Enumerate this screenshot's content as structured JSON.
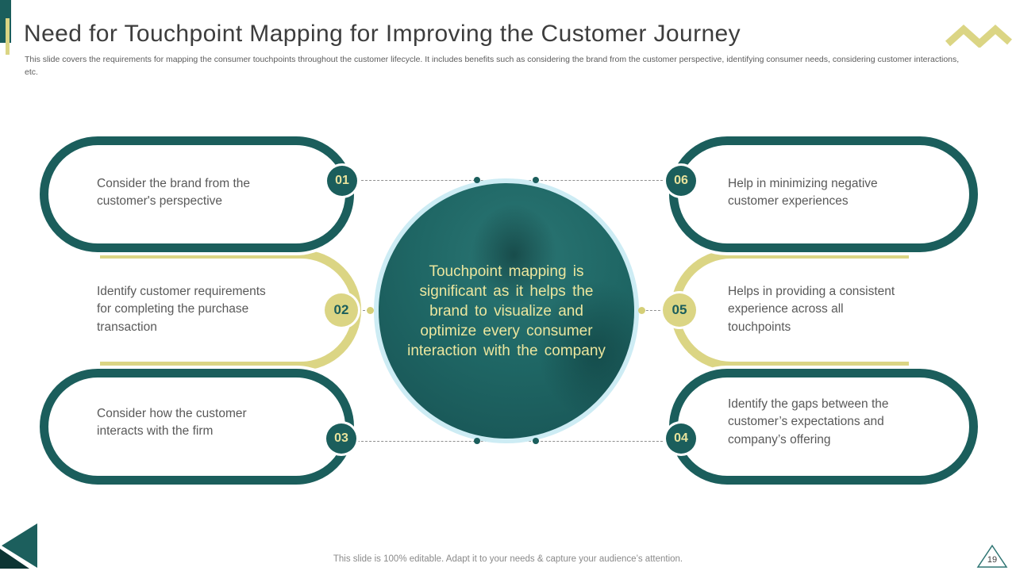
{
  "slide": {
    "title": "Need for Touchpoint Mapping for Improving the Customer Journey",
    "subtitle": "This slide covers the requirements for mapping the consumer touchpoints throughout the customer lifecycle. It includes benefits such as considering the brand from the customer perspective, identifying consumer needs, considering customer interactions, etc.",
    "footer": "This slide is 100% editable. Adapt it to your needs & capture your audience’s attention.",
    "page_number": "19"
  },
  "center_circle": {
    "text": "Touchpoint mapping is\nsignificant as it helps the\nbrand to visualize and\noptimize every consumer\ninteraction with the company"
  },
  "items": [
    {
      "number": "01",
      "text": "Consider the brand from the customer's perspective"
    },
    {
      "number": "02",
      "text": "Identify customer requirements for completing the purchase transaction"
    },
    {
      "number": "03",
      "text": "Consider how the customer interacts with the firm"
    },
    {
      "number": "04",
      "text": "Identify the gaps between the customer’s expectations and company’s offering"
    },
    {
      "number": "05",
      "text": "Helps in providing a consistent experience across all touchpoints"
    },
    {
      "number": "06",
      "text": "Help in minimizing negative customer experiences"
    }
  ],
  "icons": {
    "zigzag": "zigzag-line-icon",
    "corner_arrow": "corner-arrow-icon",
    "page_marker": "page-number-triangle-icon"
  },
  "colors": {
    "teal": "#1b5e5c",
    "teal_dark": "#0d3433",
    "yellow": "#dbd584",
    "pale_yellow_text": "#ece69e",
    "circle_ring": "#cdecf4",
    "title_text": "#3d3d3d",
    "body_text": "#595959"
  }
}
